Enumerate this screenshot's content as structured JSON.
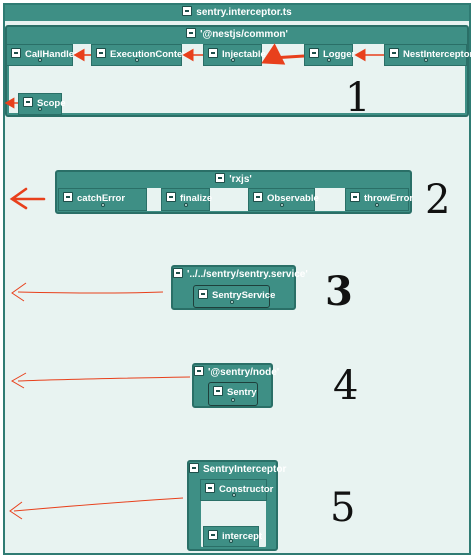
{
  "file": {
    "title": "sentry.interceptor.ts"
  },
  "groups": {
    "nestjs": {
      "title": "'@nestjs/common'",
      "nodes": [
        "CallHandler",
        "ExecutionContext",
        "Injectable",
        "Logger",
        "NestInterceptor",
        "Scope"
      ]
    },
    "rxjs": {
      "title": "'rxjs'",
      "nodes": [
        "catchError",
        "finalize",
        "Observable",
        "throwError"
      ]
    },
    "sentry_service": {
      "title": "'../../sentry/sentry.service'",
      "nodes": [
        "SentryService"
      ]
    },
    "sentry_node": {
      "title": "'@sentry/node'",
      "nodes": [
        "Sentry"
      ]
    },
    "interceptor": {
      "title": "SentryInterceptor",
      "nodes": [
        "Constructor",
        "intercept"
      ]
    }
  },
  "annotations": {
    "numbers": [
      "1",
      "2",
      "3",
      "4",
      "5"
    ],
    "arrow_color": "#e8401c"
  },
  "colors": {
    "group_fill": "#3e8f85",
    "canvas": "#e8f3f1",
    "border": "#2a6f67"
  }
}
